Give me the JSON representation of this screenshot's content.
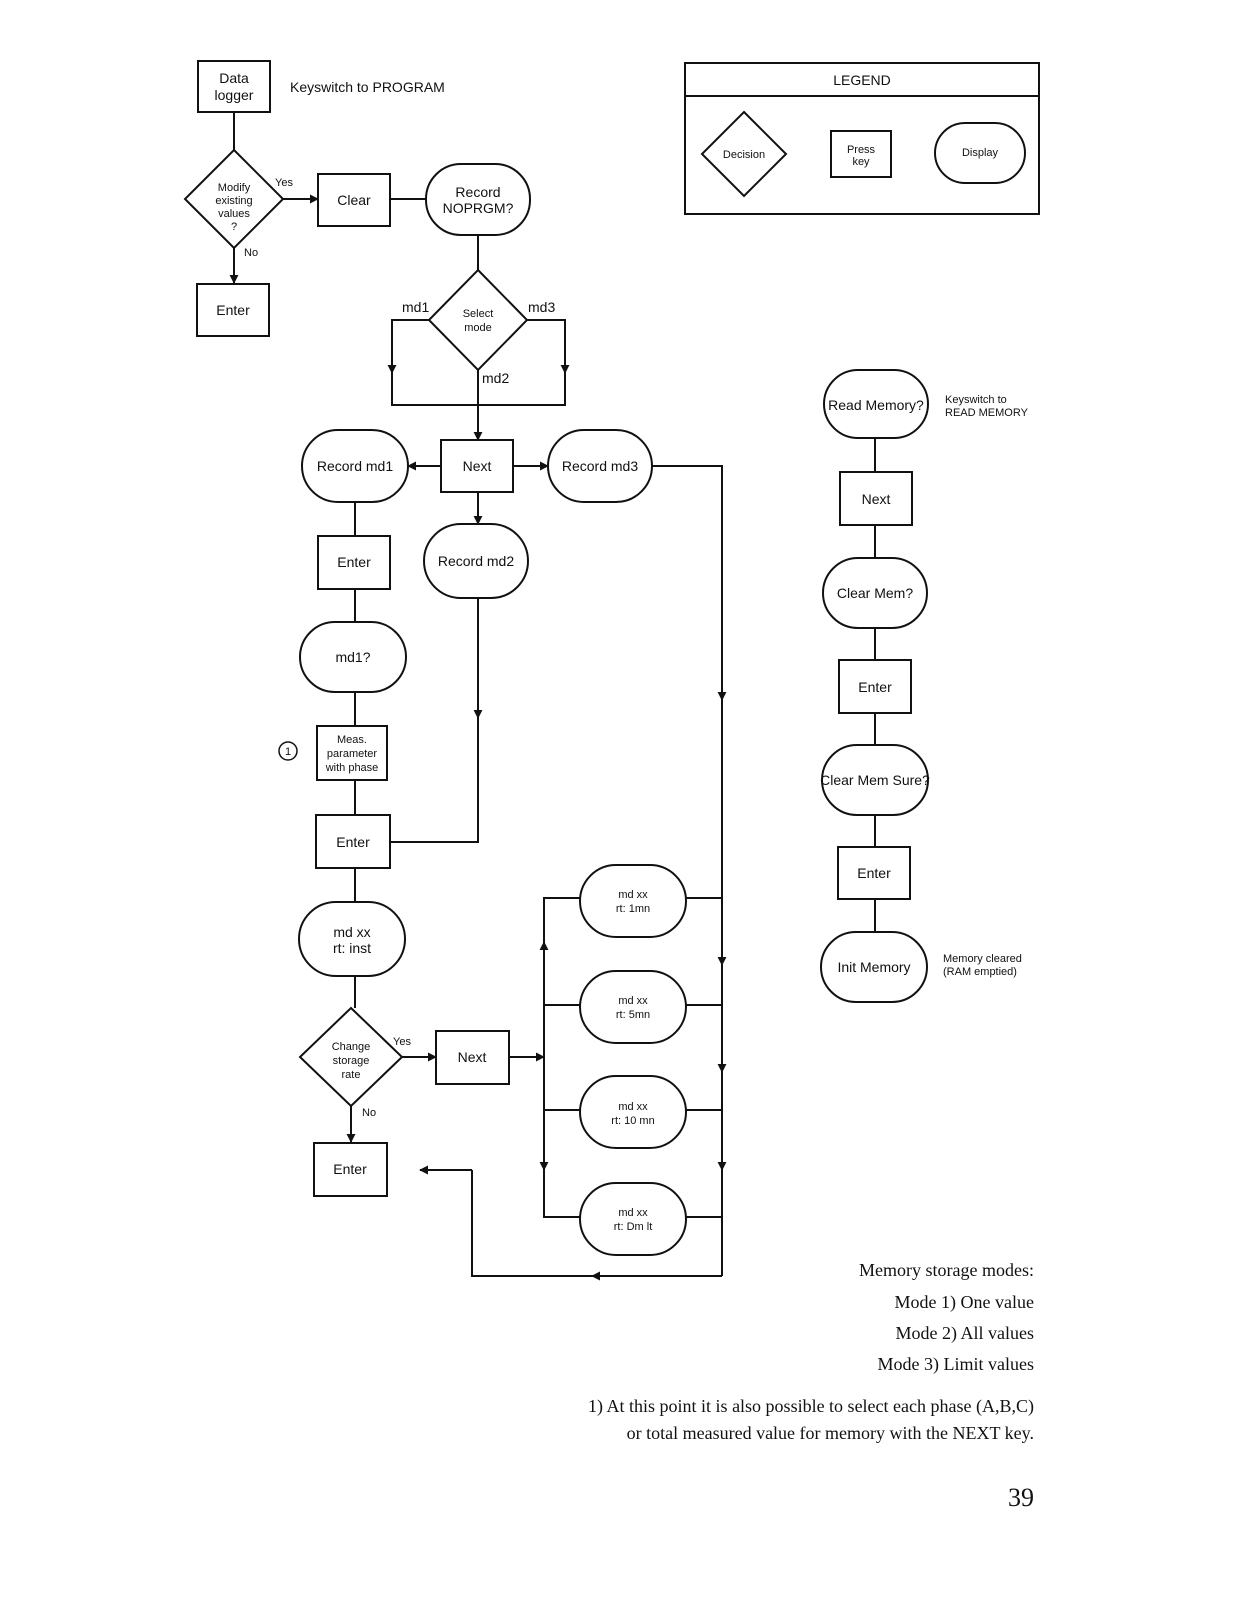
{
  "flow": {
    "data_logger": [
      "Data",
      "logger"
    ],
    "keyswitch_program": "Keyswitch to PROGRAM",
    "modify_decision": [
      "Modify",
      "existing",
      "values",
      "?"
    ],
    "yes_1": "Yes",
    "no_1": "No",
    "clear": "Clear",
    "enter_1": "Enter",
    "record_noprgm": [
      "Record",
      "NOPRGM?"
    ],
    "select_mode": [
      "Select",
      "mode"
    ],
    "md1": "md1",
    "md2": "md2",
    "md3": "md3",
    "next_1": "Next",
    "record_md1": "Record md1",
    "record_md2": "Record md2",
    "record_md3": "Record md3",
    "enter_2": "Enter",
    "md1q": "md1?",
    "marker_1": "1",
    "meas_param": [
      "Meas.",
      "parameter",
      "with phase"
    ],
    "enter_3": "Enter",
    "md_inst": [
      "md xx",
      "rt: inst"
    ],
    "change_rate": [
      "Change",
      "storage",
      "rate"
    ],
    "yes_2": "Yes",
    "no_2": "No",
    "next_2": "Next",
    "enter_4": "Enter",
    "md_1mn": [
      "md xx",
      "rt: 1mn"
    ],
    "md_5mn": [
      "md xx",
      "rt: 5mn"
    ],
    "md_10mn": [
      "md xx",
      "rt: 10 mn"
    ],
    "md_dmlt": [
      "md xx",
      "rt: Dm lt"
    ]
  },
  "legend": {
    "title": "LEGEND",
    "decision": "Decision",
    "press_key": [
      "Press",
      "key"
    ],
    "display": "Display"
  },
  "memory": {
    "read_memory": "Read Memory?",
    "keyswitch_read": [
      "Keyswitch to",
      "READ MEMORY"
    ],
    "next": "Next",
    "clear_mem": "Clear Mem?",
    "enter_1": "Enter",
    "clear_mem_sure": "Clear Mem Sure?",
    "enter_2": "Enter",
    "init_memory": "Init Memory",
    "memory_cleared": [
      "Memory cleared",
      "(RAM emptied)"
    ]
  },
  "notes": {
    "modes_title": "Memory storage modes:",
    "mode1": "Mode 1) One value",
    "mode2": "Mode 2) All values",
    "mode3": "Mode 3) Limit values",
    "footnote_1": "1) At this point it is also possible to select each phase (A,B,C)",
    "footnote_2": "or total measured value for memory with the NEXT key."
  },
  "page_number": "39"
}
